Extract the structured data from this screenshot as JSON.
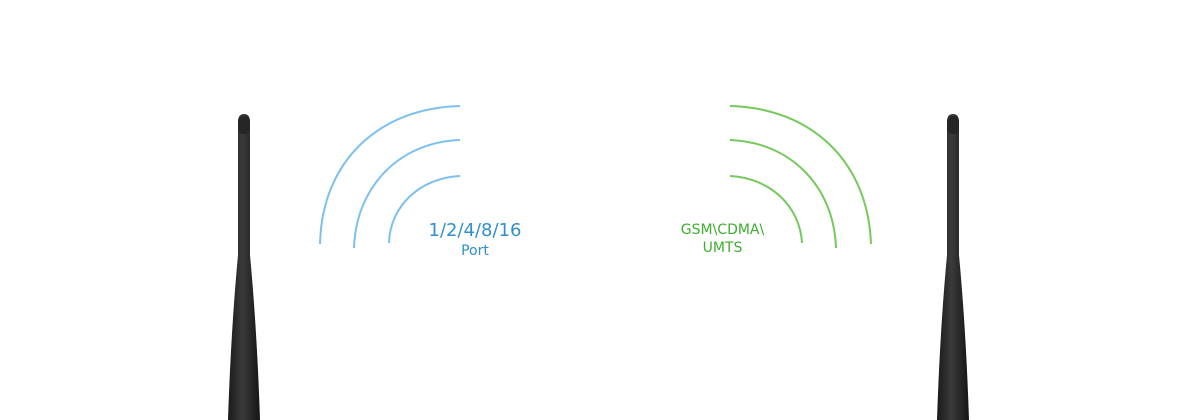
{
  "left_signal": {
    "line1": "1/2/4/8/16",
    "line2": "Port",
    "color": "#2f8fd0",
    "arc_color": "#7cc0f0"
  },
  "right_signal": {
    "line1": "GSM\\CDMA\\",
    "line2": "UMTS",
    "color": "#3eae2e",
    "arc_color": "#76c95c"
  },
  "antenna_color": "#2b2b2b",
  "icons": {
    "left_antenna": "antenna-icon",
    "right_antenna": "antenna-icon",
    "left_waves": "signal-waves-icon",
    "right_waves": "signal-waves-icon"
  }
}
